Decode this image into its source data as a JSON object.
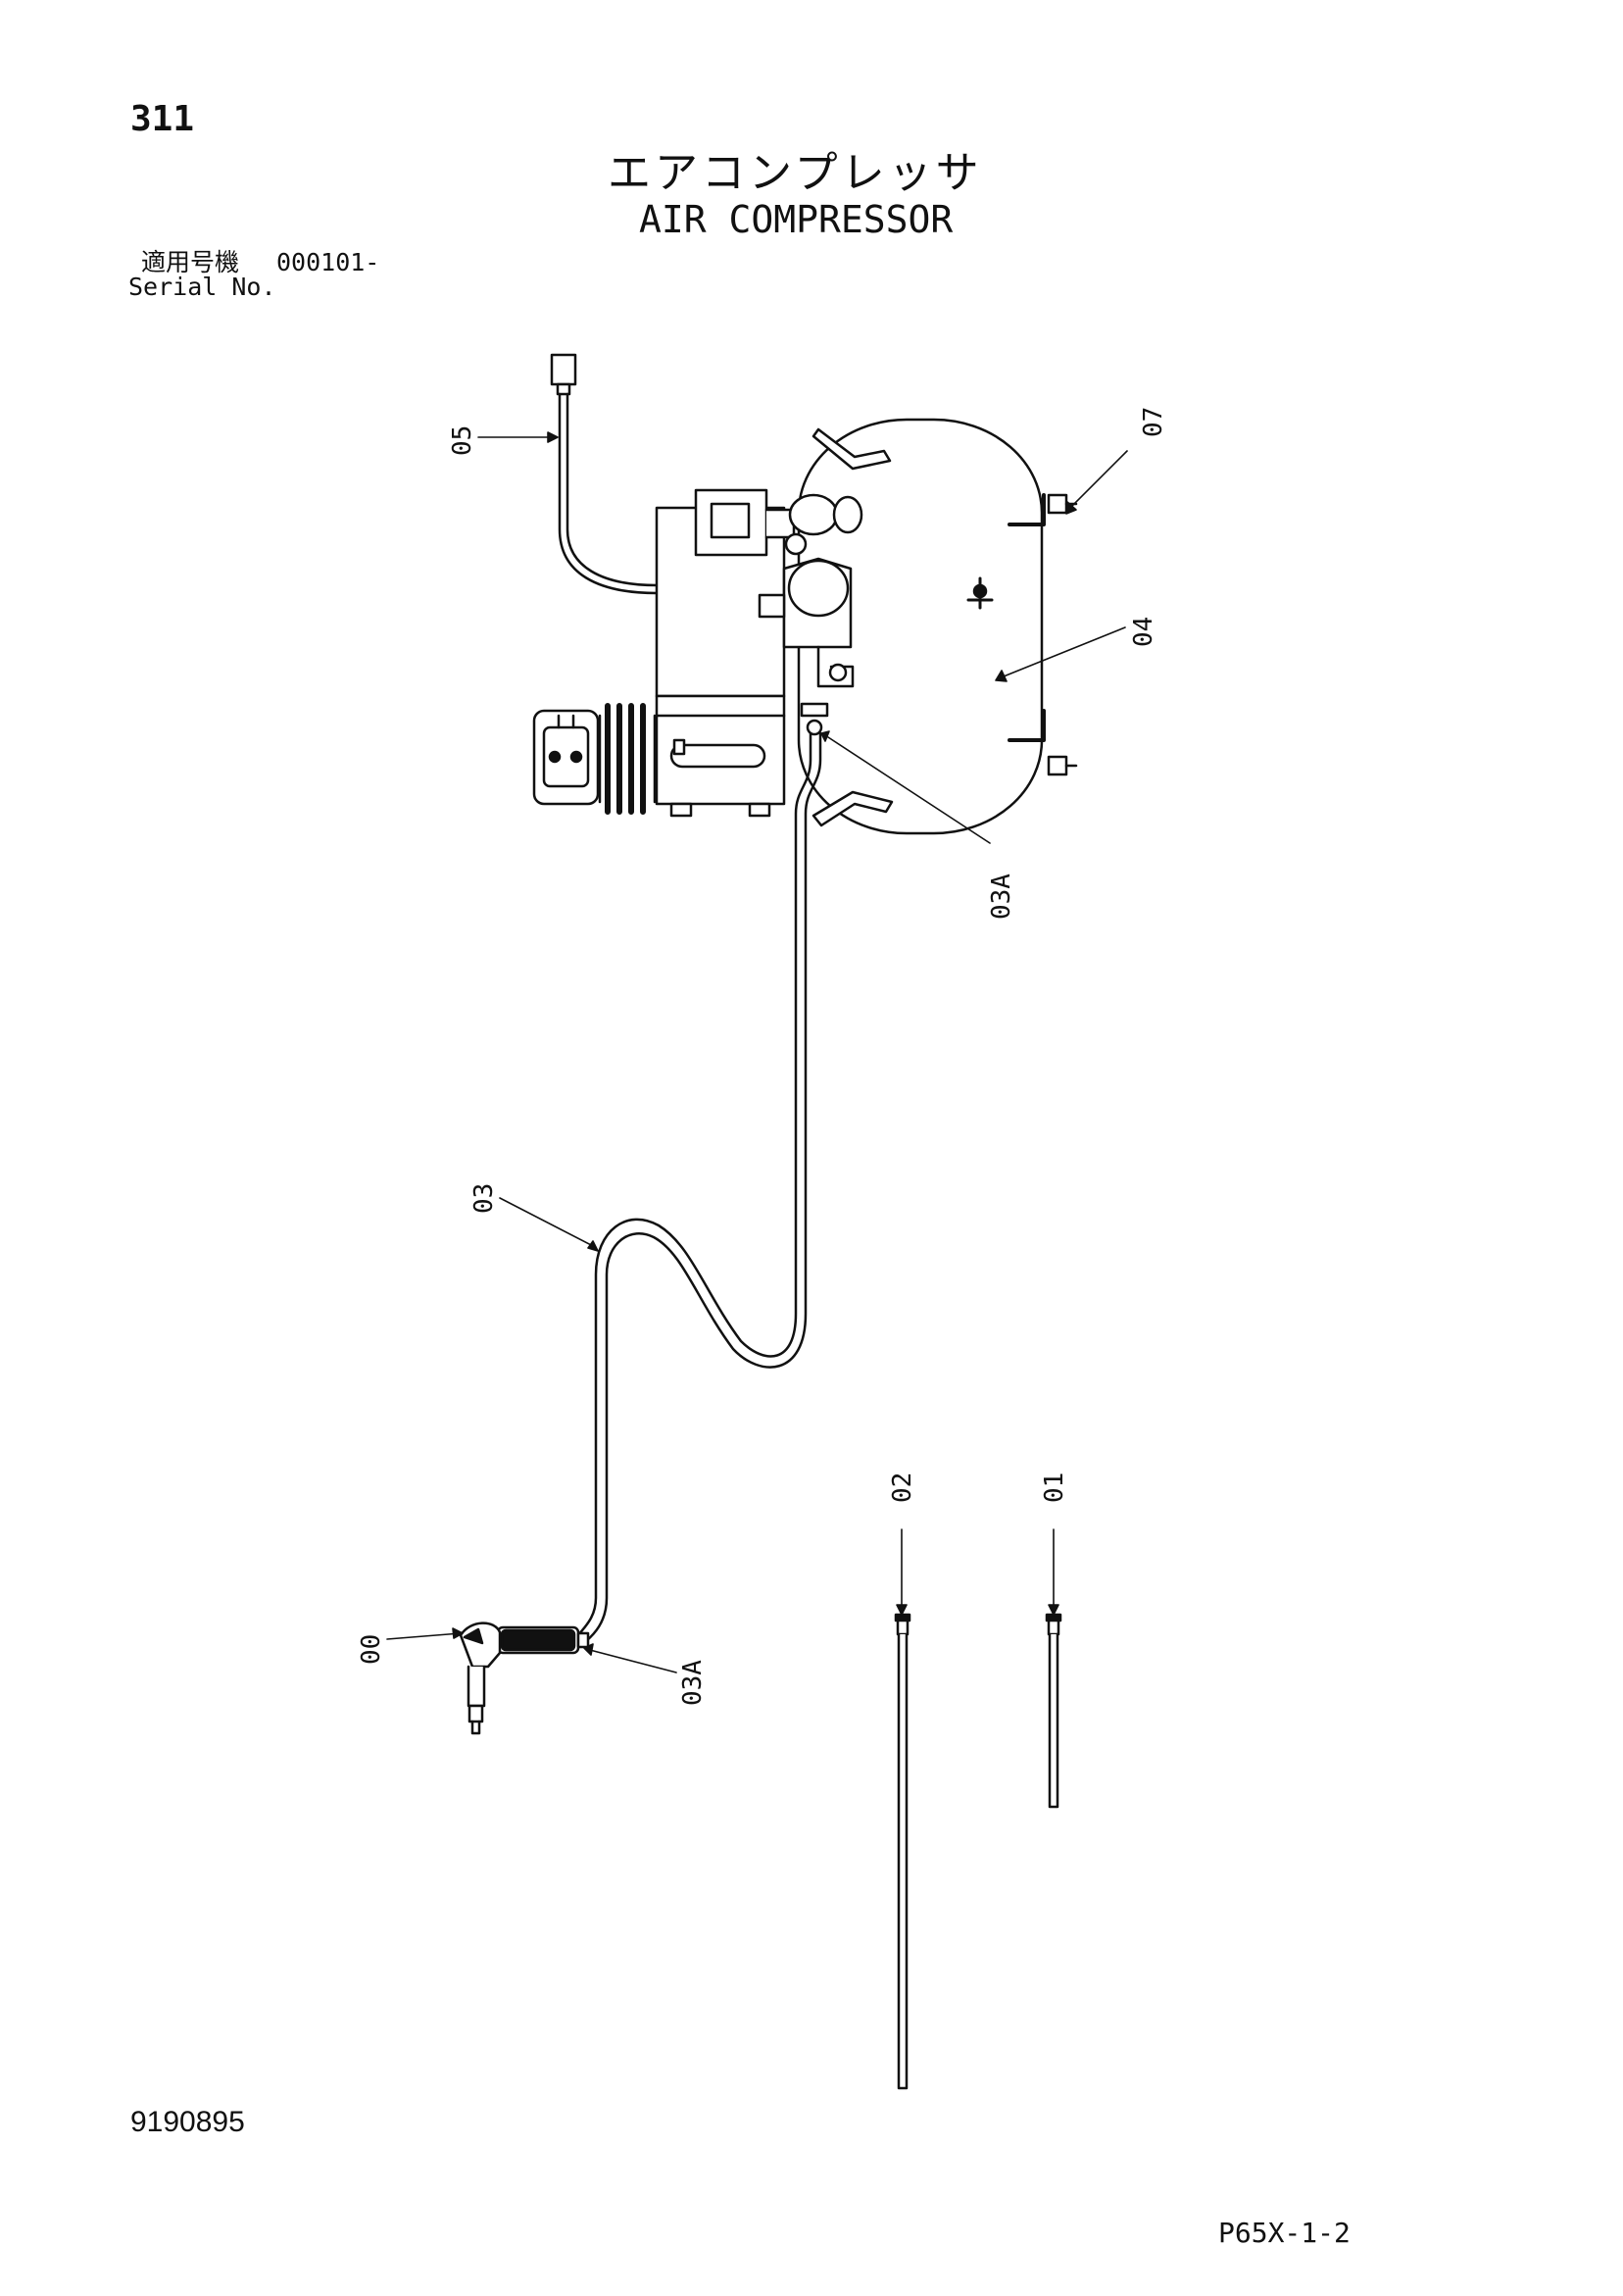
{
  "header": {
    "page_number": "311",
    "title_jp": "エアコンプレッサ",
    "title_en": "AIR COMPRESSOR",
    "serial_label_jp": "適用号機",
    "serial_value": "000101-",
    "serial_label_en": "Serial No."
  },
  "callouts": {
    "c00": "00",
    "c01": "01",
    "c02": "02",
    "c03": "03",
    "c03a_top": "03A",
    "c03a_bottom": "03A",
    "c04": "04",
    "c05": "05",
    "c07": "07"
  },
  "footer": {
    "doc_number": "9190895",
    "page_code": "P65X-1-2"
  }
}
